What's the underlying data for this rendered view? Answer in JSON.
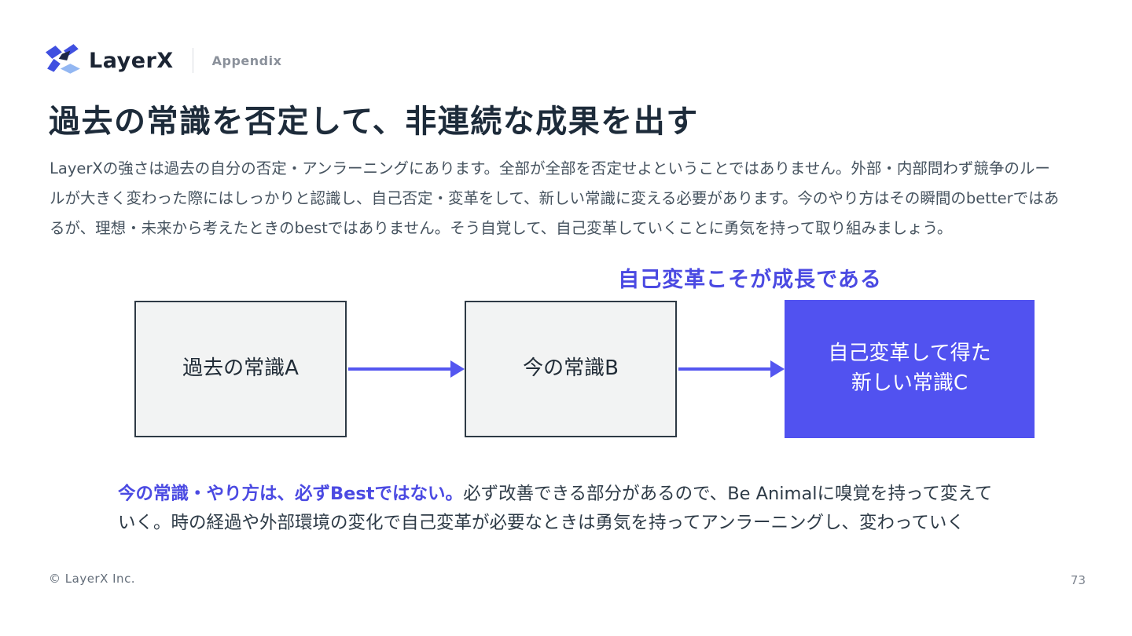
{
  "header": {
    "brand": "LayerX",
    "section": "Appendix"
  },
  "title": "過去の常識を否定して、非連続な成果を出す",
  "intro": {
    "lines": [
      "LayerXの強さは過去の自分の否定・アンラーニングにあります。全部が全部を否定せよということではありません。外部・内部問わず競争のルー",
      "ルが大きく変わった際にはしっかりと認識し、自己否定・変革をして、新しい常識に変える必要があります。今のやり方はその瞬間のbetterではあ",
      "るが、理想・未来から考えたときのbestではありません。そう自覚して、自己変革していくことに勇気を持って取り組みましょう。"
    ]
  },
  "diagram": {
    "caption": "自己変革こそが成長である",
    "boxes": [
      {
        "label": "過去の常識A"
      },
      {
        "label": "今の常識B"
      },
      {
        "label_line1": "自己変革して得た",
        "label_line2": "新しい常識C"
      }
    ]
  },
  "note": {
    "highlight": "今の常識・やり方は、必ずBestではない。",
    "line1_rest": "必ず改善できる部分があるので、Be Animalに嗅覚を持って変えて",
    "line2": "いく。時の経過や外部環境の変化で自己変革が必要なときは勇気を持ってアンラーニングし、変わっていく"
  },
  "footer": {
    "copyright": "© LayerX Inc.",
    "page_number": "73"
  },
  "colors": {
    "accent_blue": "#4b4ae2",
    "box_fill_blue": "#5152f0",
    "box_fill_gray": "#f2f3f3",
    "box_border": "#2e3a45",
    "arrow": "#5456f0",
    "title_text": "#1d2b3a",
    "body_text": "#46535f",
    "logo_light_blue": "#93b7f2",
    "logo_navy": "#1c2747"
  }
}
